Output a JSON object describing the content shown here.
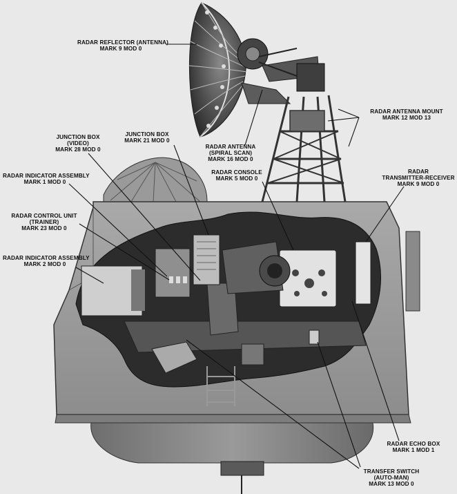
{
  "labels": {
    "reflector": {
      "l1": "RADAR REFLECTOR (ANTENNA)",
      "l2": "MARK 9     MOD 0"
    },
    "antenna_mount": {
      "l1": "RADAR ANTENNA MOUNT",
      "l2": "MARK 12   MOD 13"
    },
    "junction_box_video": {
      "l1": "JUNCTION BOX",
      "l2": "(VIDEO)",
      "l3": "MARK 28     MOD 0"
    },
    "junction_box": {
      "l1": "JUNCTION BOX",
      "l2": "MARK 21     MOD 0"
    },
    "radar_antenna": {
      "l1": "RADAR ANTENNA",
      "l2": "(SPIRAL SCAN)",
      "l3": "MARK 16     MOD 0"
    },
    "indicator_mk1": {
      "l1": "RADAR INDICATOR ASSEMBLY",
      "l2": "MARK 1     MOD 0"
    },
    "radar_console": {
      "l1": "RADAR CONSOLE",
      "l2": "MARK 5     MOD 0"
    },
    "transmitter_receiver": {
      "l1": "RADAR",
      "l2": "TRANSMITTER-RECEIVER",
      "l3": "MARK 9     MOD 0"
    },
    "control_unit": {
      "l1": "RADAR CONTROL UNIT",
      "l2": "(TRAINER)",
      "l3": "MARK 23     MOD 0"
    },
    "indicator_mk2": {
      "l1": "RADAR INDICATOR ASSEMBLY",
      "l2": "MARK 2     MOD 0"
    },
    "echo_box": {
      "l1": "RADAR ECHO BOX",
      "l2": "MARK 1   MOD 1"
    },
    "transfer_switch": {
      "l1": "TRANSFER SWITCH",
      "l2": "(AUTO-MAN)",
      "l3": "MARK 13  MOD 0"
    }
  }
}
